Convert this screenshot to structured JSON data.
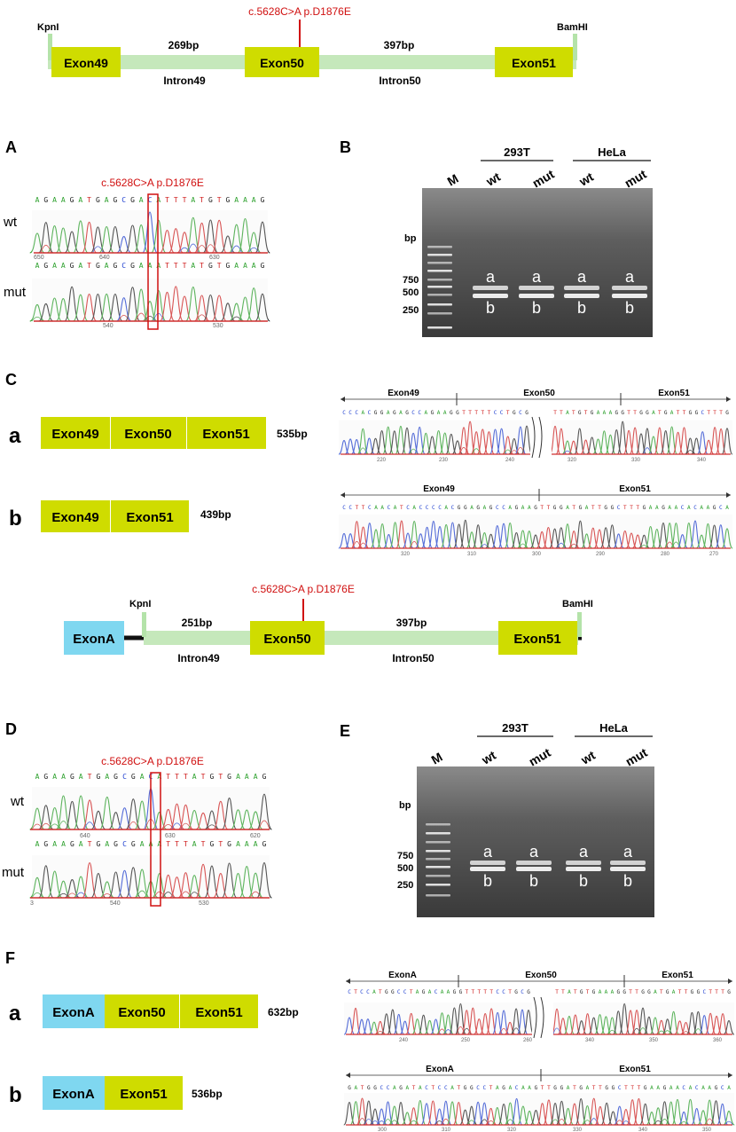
{
  "constructs": [
    {
      "id": "top",
      "start_site": "KpnI",
      "end_site": "BamHI",
      "mutation_label": "c.5628C>A p.D1876E",
      "exons": [
        "Exon49",
        "Exon50",
        "Exon51"
      ],
      "intron_lengths": [
        "269bp",
        "397bp"
      ],
      "intron_names": [
        "Intron49",
        "Intron50"
      ]
    },
    {
      "id": "middle",
      "start_site": "KpnI",
      "end_site": "BamHI",
      "mutation_label": "c.5628C>A p.D1876E",
      "exons": [
        "ExonA",
        "Exon50",
        "Exon51"
      ],
      "intron_lengths": [
        "251bp",
        "397bp"
      ],
      "intron_names": [
        "Intron49",
        "Intron50"
      ]
    }
  ],
  "panels": {
    "A": {
      "letter": "A",
      "mutation_label": "c.5628C>A p.D1876E",
      "row_labels": [
        "wt",
        "mut"
      ],
      "seq_wt": "AGAAGATGAGCGACATTTATGTGAAAG",
      "seq_mut": "AGAAGATGAGCGAAATTTATGTGAAAG",
      "ticks_wt": [
        "650",
        "640",
        "630"
      ],
      "ticks_mut": [
        "540",
        "530"
      ]
    },
    "B": {
      "letter": "B",
      "marker": "M",
      "cell_lines": [
        "293T",
        "HeLa"
      ],
      "lanes": [
        "wt",
        "mut",
        "wt",
        "mut"
      ],
      "ladder_unit": "bp",
      "ladder_labels": [
        "750",
        "500",
        "250"
      ],
      "band_labels": [
        "a",
        "b"
      ]
    },
    "C": {
      "letter": "C",
      "isoforms": [
        {
          "label": "a",
          "exons": [
            "Exon49",
            "Exon50",
            "Exon51"
          ],
          "size": "535bp"
        },
        {
          "label": "b",
          "exons": [
            "Exon49",
            "Exon51"
          ],
          "size": "439bp"
        }
      ],
      "traces": [
        {
          "segments": [
            "Exon49",
            "Exon50",
            "Exon51"
          ],
          "seq_left": "CCCACGGAGAGCCAGAAGGTTTTTCCTGCG",
          "seq_right": "TTATGTGAAAGGTTGGATGATTGGCTTTG",
          "ticks": [
            "220",
            "230",
            "240",
            "320",
            "330",
            "340"
          ]
        },
        {
          "segments": [
            "Exon49",
            "Exon51"
          ],
          "seq": "CCTTCAACATCACCCCACGGAGAGCCAGAAGTTGGATGATTGGCTTTGAAGAACACAAGCA",
          "ticks": [
            "320",
            "310",
            "300",
            "290",
            "280",
            "270"
          ]
        }
      ]
    },
    "D": {
      "letter": "D",
      "mutation_label": "c.5628C>A p.D1876E",
      "row_labels": [
        "wt",
        "mut"
      ],
      "seq_wt": "AGAAGATGAGCGACATTTATGTGAAAG",
      "seq_mut": "AGAAGATGAGCGAAATTTATGTGAAAG",
      "ticks_wt": [
        "640",
        "630",
        "620"
      ],
      "ticks_mut": [
        "3",
        "540",
        "530"
      ]
    },
    "E": {
      "letter": "E",
      "marker": "M",
      "cell_lines": [
        "293T",
        "HeLa"
      ],
      "lanes": [
        "wt",
        "mut",
        "wt",
        "mut"
      ],
      "ladder_unit": "bp",
      "ladder_labels": [
        "750",
        "500",
        "250"
      ],
      "band_labels": [
        "a",
        "b"
      ]
    },
    "F": {
      "letter": "F",
      "isoforms": [
        {
          "label": "a",
          "exons": [
            "ExonA",
            "Exon50",
            "Exon51"
          ],
          "size": "632bp"
        },
        {
          "label": "b",
          "exons": [
            "ExonA",
            "Exon51"
          ],
          "size": "536bp"
        }
      ],
      "traces": [
        {
          "segments": [
            "ExonA",
            "Exon50",
            "Exon51"
          ],
          "seq_left": "CTCCATGGCCTAGACAAGGTTTTTCCTGCG",
          "seq_right": "TTATGTGAAAGGTTGGATGATTGGCTTTG",
          "ticks": [
            "240",
            "250",
            "260",
            "340",
            "350",
            "360"
          ]
        },
        {
          "segments": [
            "ExonA",
            "Exon51"
          ],
          "seq": "GATGGCCAGATACTCCATGGCCTAGACAAGTTGGATGATTGGCTTTGAAGAACACAAGCA",
          "ticks": [
            "300",
            "310",
            "320",
            "330",
            "340",
            "350"
          ]
        }
      ]
    }
  },
  "colors": {
    "exon": "#cfdc00",
    "exonA": "#7fd7f0",
    "intron": "#c5e8bb",
    "site_tick": "#b4e3a9",
    "mutation": "#d01010",
    "base_A": "#2ca02c",
    "base_C": "#2040d0",
    "base_G": "#222222",
    "base_T": "#d02020"
  }
}
